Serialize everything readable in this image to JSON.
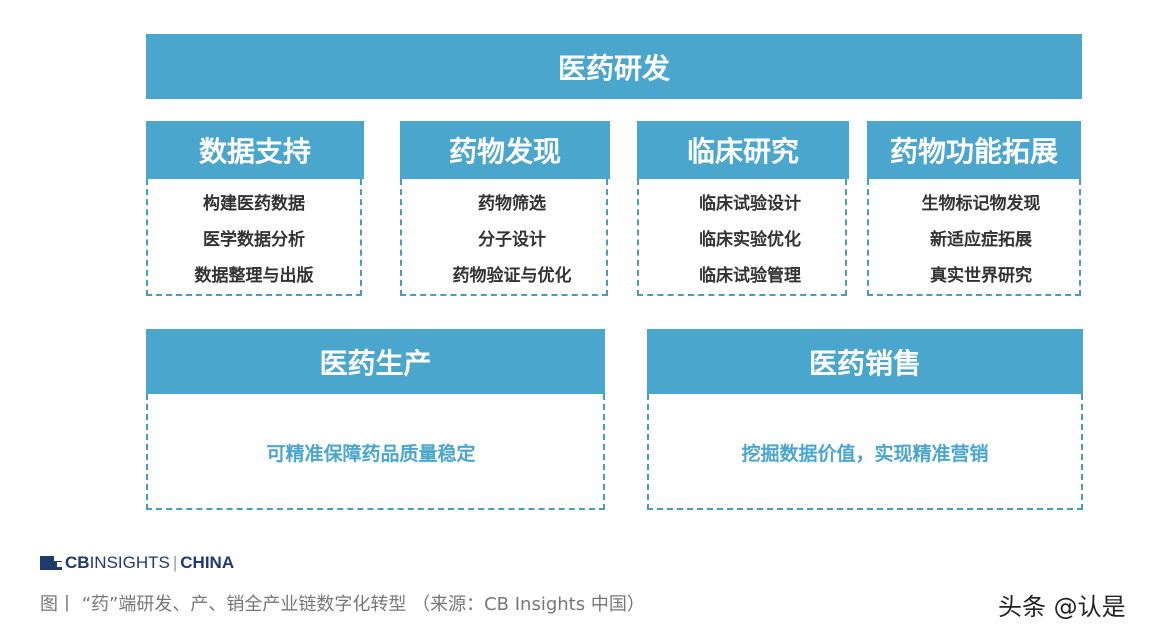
{
  "title": "医药研发",
  "rd_sections": [
    {
      "title": "数据支持",
      "items": [
        "构建医药数据",
        "医学数据分析",
        "数据整理与出版"
      ]
    },
    {
      "title": "药物发现",
      "items": [
        "药物筛选",
        "分子设计",
        "药物验证与优化"
      ]
    },
    {
      "title": "临床研究",
      "items": [
        "临床试验设计",
        "临床实验优化",
        "临床试验管理"
      ]
    },
    {
      "title": "药物功能拓展",
      "items": [
        "生物标记物发现",
        "新适应症拓展",
        "真实世界研究"
      ]
    }
  ],
  "bottom_sections": [
    {
      "title": "医药生产",
      "desc": "可精准保障药品质量稳定"
    },
    {
      "title": "医药销售",
      "desc": "挖掘数据价值，实现精准营销"
    }
  ],
  "logo": {
    "cb": "CB",
    "insights": "INSIGHTS",
    "sep": "|",
    "china": "CHINA"
  },
  "caption": "图丨 “药”端研发、产、销全产业链数字化转型 （来源：CB Insights 中国）",
  "watermark": "头条 @认是",
  "colors": {
    "accent": "#4ba6cd",
    "dash": "#4a9cbd",
    "text": "#333333"
  }
}
